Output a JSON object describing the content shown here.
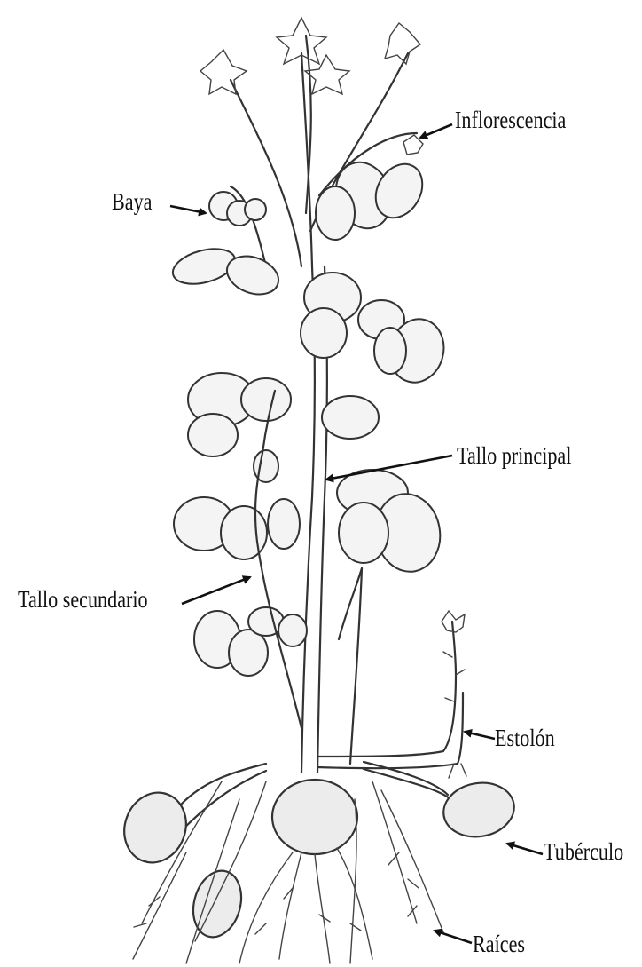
{
  "labels": {
    "inflorescencia": "Inflorescencia",
    "baya": "Baya",
    "tallo_principal": "Tallo principal",
    "tallo_secundario": "Tallo secundario",
    "estolon": "Estolón",
    "tuberculo": "Tubérculo",
    "raices": "Raíces"
  },
  "colors": {
    "line": "#333333",
    "label": "#111111",
    "background": "#ffffff"
  }
}
